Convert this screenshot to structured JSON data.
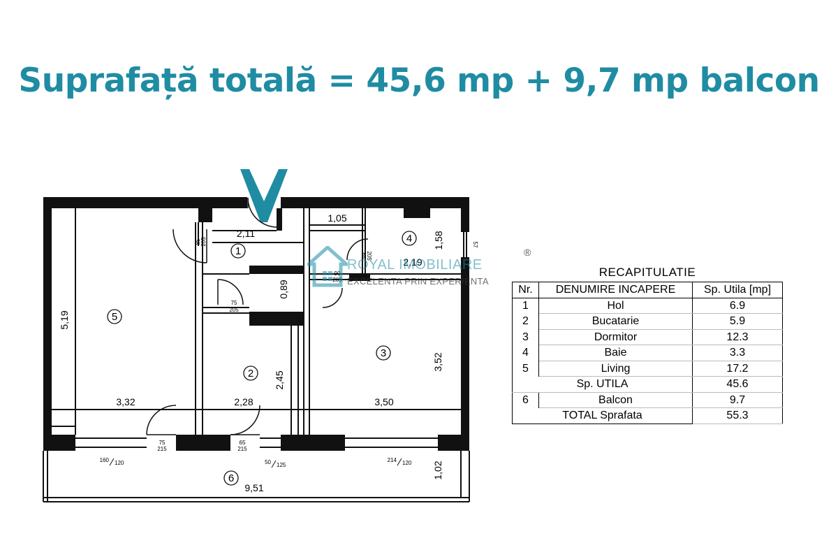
{
  "headline": "Suprafață totală = 45,6 mp + 9,7 mp balcon",
  "colors": {
    "headline": "#1f8ca3",
    "walls": "#111111",
    "watermark": "#1f8ca3"
  },
  "plan": {
    "rooms": [
      {
        "no": "1"
      },
      {
        "no": "2"
      },
      {
        "no": "3"
      },
      {
        "no": "4"
      },
      {
        "no": "5"
      },
      {
        "no": "6"
      }
    ],
    "dimensions": {
      "hol_width": "2,11",
      "hol_small": "1,05",
      "baie_width": "2,19",
      "baie_height": "1,58",
      "living_height": "5,19",
      "living_width": "3,32",
      "bucatarie_width": "2,28",
      "bucatarie_height": "2,45",
      "dormitor_width": "3,50",
      "dormitor_height": "3,52",
      "hol_height": "0,89",
      "balcon_width": "9,51",
      "balcon_height": "1,02"
    },
    "doors": {
      "living_hol": [
        "85",
        "205"
      ],
      "bucatarie": [
        "75",
        "205"
      ],
      "baie": [
        "65",
        "205"
      ],
      "dormitor": [
        "90",
        "205"
      ],
      "living_balcon": [
        "75",
        "215"
      ],
      "bucatarie_balcon": [
        "65",
        "215"
      ],
      "window_baie": "57"
    },
    "windows": {
      "living": [
        "160",
        "120"
      ],
      "bucatarie": [
        "50",
        "125"
      ],
      "dormitor": [
        "214",
        "120"
      ]
    }
  },
  "watermark": {
    "brand_a": "ROYAL",
    "brand_b": "IMOBILIARE",
    "tagline": "EXCELENTA PRIN EXPERIENTA",
    "registered": "®"
  },
  "recap": {
    "title": "RECAPITULATIE",
    "headers": [
      "Nr.",
      "DENUMIRE INCAPERE",
      "Sp. Utila  [mp]"
    ],
    "rows": [
      {
        "nr": "1",
        "name": "Hol",
        "area": "6.9"
      },
      {
        "nr": "2",
        "name": "Bucatarie",
        "area": "5.9"
      },
      {
        "nr": "3",
        "name": "Dormitor",
        "area": "12.3"
      },
      {
        "nr": "4",
        "name": "Baie",
        "area": "3.3"
      },
      {
        "nr": "5",
        "name": "Living",
        "area": "17.2"
      }
    ],
    "subtotal": {
      "name": "Sp. UTILA",
      "area": "45.6"
    },
    "balcon": {
      "nr": "6",
      "name": "Balcon",
      "area": "9.7"
    },
    "total": {
      "name": "TOTAL Sprafata",
      "area": "55.3"
    }
  }
}
